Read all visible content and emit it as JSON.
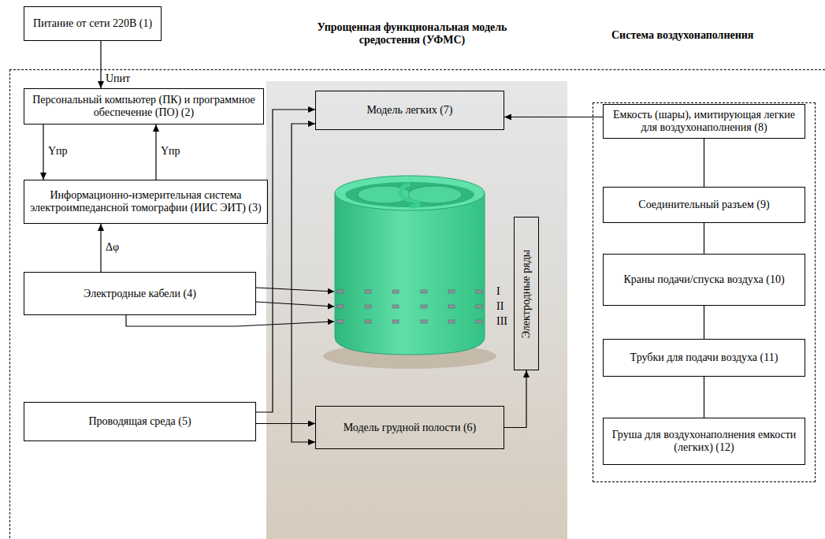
{
  "diagram": {
    "nodes": [
      {
        "text": [
          "Питание от сети 220В (1)"
        ]
      },
      {
        "text": [
          "Упрощенная функциональная модель средостения (УФМС)"
        ]
      },
      {
        "text": [
          "Персональный компьютер (ПК) и программное обеспечение (ПО) (2)"
        ],
        "in": 1
      },
      {
        "text": [
          "Модель легких (7)"
        ],
        "in": 1
      },
      {
        "text": [
          "Информационно-измерительная система электроимпедансной томографии (ИИС ЭИТ) (3)"
        ],
        "in": 1
      },
      {
        "text": [
          "Электродные кабели (4)"
        ],
        "in": 1
      },
      {
        "text": [
          "Электродные ряды"
        ],
        "in": 1
      },
      {
        "text": [
          "Проводящая среда (5)"
        ],
        "in": 1
      },
      {
        "text": [
          "Модель грудной полости (6)"
        ],
        "in": 1
      },
      {
        "text": [
          "Система воздухонаполнения"
        ],
        "in": 1
      },
      {
        "text": [
          "Емкость (шары), имитирующая легкие для воздухонаполнения (8)"
        ],
        "in": 9
      },
      {
        "text": [
          "Соединительный разъем (9)"
        ],
        "in": 9
      },
      {
        "text": [
          "Краны подачи/спуска воздуха (10)"
        ],
        "in": 9
      },
      {
        "text": [
          "Трубки для подачи воздуха (11)"
        ],
        "in": 9
      },
      {
        "text": [
          "Груша для воздухонаполнения емкости (легких) (12)"
        ],
        "in": 9
      }
    ],
    "edges": [
      {
        "from": 0,
        "to": 2,
        "label": "Uпит",
        "arrow": "to"
      },
      {
        "from": 2,
        "to": 4,
        "label": "Yпр",
        "arrow": "to"
      },
      {
        "from": 4,
        "to": 2,
        "label": "Yпр",
        "arrow": "to"
      },
      {
        "from": 5,
        "to": 4,
        "label": "Δφ",
        "arrow": "to"
      },
      {
        "from": 7,
        "to": 3,
        "arrow": "to"
      },
      {
        "from": 3,
        "to": 8,
        "arrow": "both"
      },
      {
        "from": 7,
        "to": 8,
        "arrow": "to"
      },
      {
        "from": 8,
        "to": 6,
        "arrow": "to"
      },
      {
        "from": 10,
        "to": 3,
        "arrow": "to"
      },
      {
        "from": 10,
        "to": 11,
        "arrow": "none"
      },
      {
        "from": 11,
        "to": 12,
        "arrow": "none"
      },
      {
        "from": 12,
        "to": 13,
        "arrow": "none"
      },
      {
        "from": 13,
        "to": 14,
        "arrow": "none"
      }
    ],
    "labels": [
      "I",
      "II",
      "III"
    ]
  }
}
